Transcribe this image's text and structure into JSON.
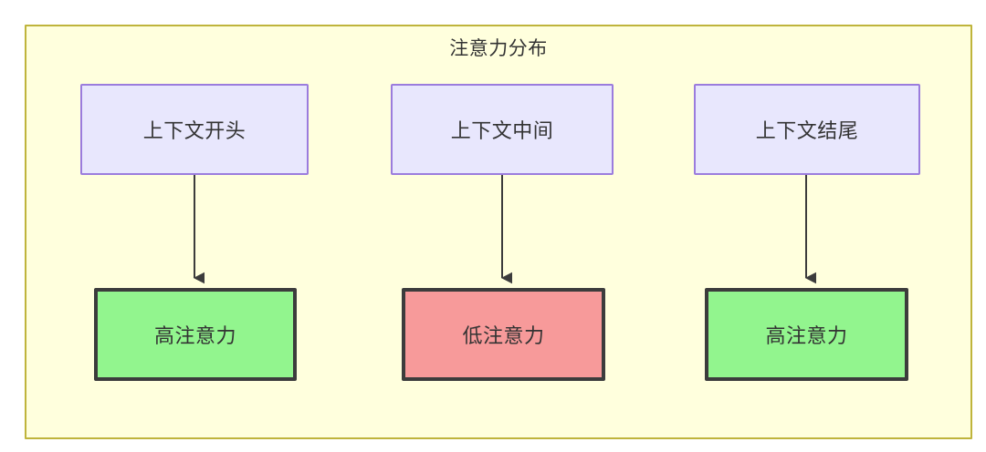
{
  "diagram": {
    "title": "注意力分布",
    "container": {
      "fill": "#ffffdd",
      "stroke": "#bfb43c"
    },
    "nodes": [
      {
        "id": "ctx-start",
        "label": "上下文开头",
        "group": "context",
        "fill": "#e8e7fd",
        "stroke": "#9b7cdd"
      },
      {
        "id": "ctx-mid",
        "label": "上下文中间",
        "group": "context",
        "fill": "#e8e7fd",
        "stroke": "#9b7cdd"
      },
      {
        "id": "ctx-end",
        "label": "上下文结尾",
        "group": "context",
        "fill": "#e8e7fd",
        "stroke": "#9b7cdd"
      },
      {
        "id": "att-start",
        "label": "高注意力",
        "group": "attention",
        "level": "high",
        "fill": "#92f58e",
        "stroke": "#3c3c3c"
      },
      {
        "id": "att-mid",
        "label": "低注意力",
        "group": "attention",
        "level": "low",
        "fill": "#f79a9a",
        "stroke": "#3c3c3c"
      },
      {
        "id": "att-end",
        "label": "高注意力",
        "group": "attention",
        "level": "high",
        "fill": "#92f58e",
        "stroke": "#3c3c3c"
      }
    ],
    "edges": [
      {
        "id": "edge-1",
        "from": "ctx-start",
        "to": "att-start",
        "label": "",
        "arrow": "arrow-down-icon"
      },
      {
        "id": "edge-2",
        "from": "ctx-mid",
        "to": "att-mid",
        "label": "",
        "arrow": "arrow-down-icon"
      },
      {
        "id": "edge-3",
        "from": "ctx-end",
        "to": "att-end",
        "label": "",
        "arrow": "arrow-down-icon"
      }
    ],
    "edge_color": "#3c3c3c"
  }
}
